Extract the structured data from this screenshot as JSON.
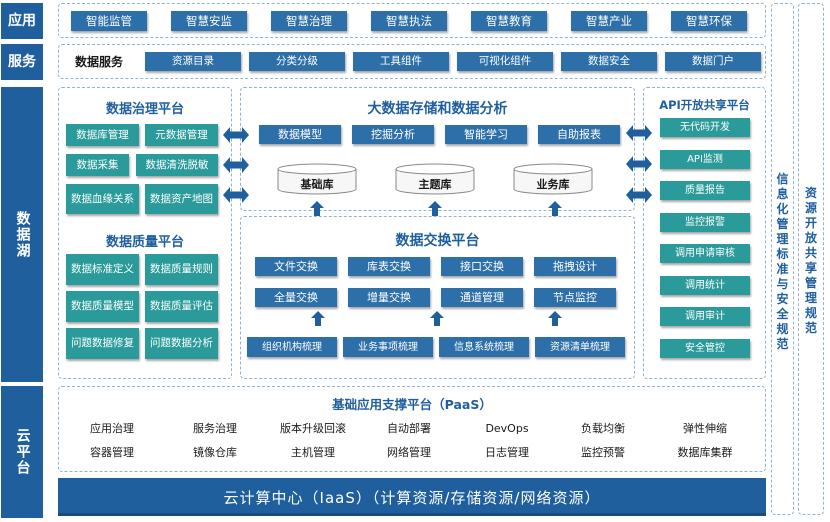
{
  "side_labels": {
    "app": "应用",
    "service": "服务",
    "lake": "数据湖",
    "cloud": "云平台"
  },
  "app_items": [
    "智能监管",
    "智慧安监",
    "智慧治理",
    "智慧执法",
    "智慧教育",
    "智慧产业",
    "智慧环保"
  ],
  "service": {
    "label": "数据服务",
    "items": [
      "资源目录",
      "分类分级",
      "工具组件",
      "可视化组件",
      "数据安全",
      "数据门户"
    ]
  },
  "governance": {
    "title": "数据治理平台",
    "items": [
      "数据库管理",
      "元数据管理",
      "数据采集",
      "数据清洗脱敏",
      "数据血缘关系",
      "数据资产地图"
    ]
  },
  "quality": {
    "title": "数据质量平台",
    "items": [
      "数据标准定义",
      "数据质量规则",
      "数据质量模型",
      "数据质量评估",
      "问题数据修复",
      "问题数据分析"
    ]
  },
  "storage": {
    "title": "大数据存储和数据分析",
    "items": [
      "数据模型",
      "挖掘分析",
      "智能学习",
      "自助报表"
    ],
    "dbs": [
      "基础库",
      "主题库",
      "业务库"
    ]
  },
  "exchange": {
    "title": "数据交换平台",
    "row1": [
      "文件交换",
      "库表交换",
      "接口交换",
      "拖拽设计"
    ],
    "row2": [
      "全量交换",
      "增量交换",
      "通道管理",
      "节点监控"
    ],
    "bottom": [
      "组织机构梳理",
      "业务事项梳理",
      "信息系统梳理",
      "资源清单梳理"
    ]
  },
  "api": {
    "title": "API开放共享平台",
    "items": [
      "无代码开发",
      "API监测",
      "质量报告",
      "监控报警",
      "调用申请审核",
      "调用统计",
      "调用审计",
      "安全管控"
    ]
  },
  "vertical": {
    "left": "信息化管理标准与安全规范",
    "right": "资源开放共享管理规范"
  },
  "paas": {
    "title": "基础应用支撑平台（PaaS）",
    "row1": [
      "应用治理",
      "服务治理",
      "版本升级回滚",
      "自动部署",
      "DevOps",
      "负载均衡",
      "弹性伸缩"
    ],
    "row2": [
      "容器管理",
      "镜像仓库",
      "主机管理",
      "网络管理",
      "日志管理",
      "监控预警",
      "数据库集群"
    ]
  },
  "iaas": "云计算中心（IaaS）（计算资源/存储资源/网络资源）",
  "colors": {
    "primary": "#1f5f9e",
    "button": "#2d6fa8",
    "teal": "#2a9a9a",
    "dash": "#8fb3d6"
  }
}
